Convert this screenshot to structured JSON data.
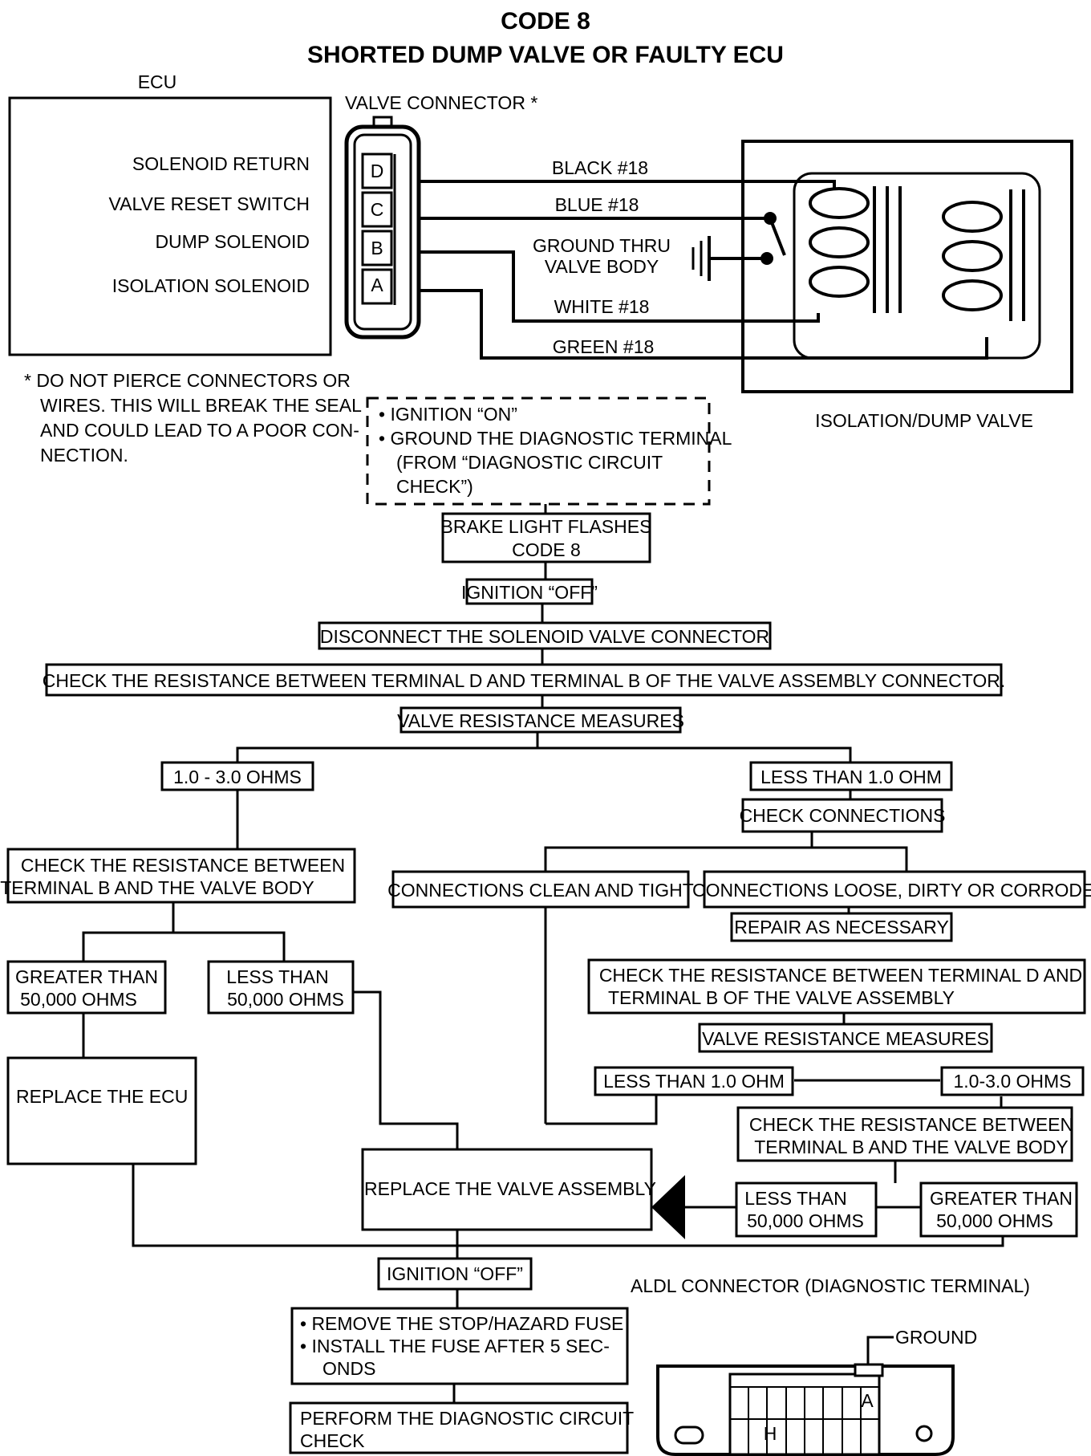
{
  "title": {
    "line1": "CODE 8",
    "line2": "SHORTED DUMP VALVE OR FAULTY ECU"
  },
  "ecu": {
    "label": "ECU",
    "signals": [
      "SOLENOID RETURN",
      "VALVE RESET SWITCH",
      "DUMP SOLENOID",
      "ISOLATION SOLENOID"
    ]
  },
  "connector": {
    "label": "VALVE CONNECTOR *",
    "pins": [
      "D",
      "C",
      "B",
      "A"
    ]
  },
  "wires": {
    "black": "BLACK #18",
    "blue": "BLUE #18",
    "ground_line1": "GROUND THRU",
    "ground_line2": "VALVE BODY",
    "white": "WHITE #18",
    "green": "GREEN #18"
  },
  "valve_label": "ISOLATION/DUMP VALVE",
  "footnote": [
    "* DO NOT PIERCE CONNECTORS OR",
    "WIRES. THIS WILL BREAK THE SEAL",
    "AND COULD LEAD TO A POOR CON-",
    "NECTION."
  ],
  "start_box": [
    "• IGNITION “ON”",
    "• GROUND THE DIAGNOSTIC TERMINAL",
    "(FROM “DIAGNOSTIC CIRCUIT",
    "CHECK”)"
  ],
  "flow": {
    "brake_flash": [
      "BRAKE LIGHT FLASHES",
      "CODE 8"
    ],
    "ign_off_1": "IGNITION “OFF”",
    "disconnect": "DISCONNECT THE SOLENOID VALVE CONNECTOR",
    "check_d_b": "CHECK THE RESISTANCE BETWEEN TERMINAL D AND TERMINAL B OF THE VALVE ASSEMBLY CONNECTOR.",
    "vrm_1": "VALVE RESISTANCE MEASURES",
    "range_1_3": "1.0 - 3.0 OHMS",
    "less_1": "LESS THAN 1.0 OHM",
    "check_conn": "CHECK CONNECTIONS",
    "check_b_body": [
      "CHECK THE RESISTANCE BETWEEN",
      "TERMINAL B AND THE VALVE BODY"
    ],
    "conn_clean": "CONNECTIONS CLEAN AND TIGHT",
    "conn_loose": "CONNECTIONS LOOSE, DIRTY OR CORRODED",
    "repair": "REPAIR AS NECESSARY",
    "recheck_d_b": [
      "CHECK THE RESISTANCE BETWEEN TERMINAL D AND",
      "TERMINAL B OF THE VALVE ASSEMBLY"
    ],
    "vrm_2": "VALVE RESISTANCE MEASURES",
    "greater_50k": [
      "GREATER THAN",
      "50,000 OHMS"
    ],
    "less_50k": [
      "LESS THAN",
      "50,000 OHMS"
    ],
    "less_1_b": "LESS THAN 1.0 OHM",
    "range_1_3_b": "1.0-3.0 OHMS",
    "replace_ecu": "REPLACE THE ECU",
    "check_b_body_2": [
      "CHECK THE RESISTANCE BETWEEN",
      "TERMINAL B AND THE VALVE BODY"
    ],
    "replace_valve": "REPLACE THE VALVE ASSEMBLY",
    "less_50k_b": [
      "LESS THAN",
      "50,000 OHMS"
    ],
    "greater_50k_b": [
      "GREATER THAN",
      "50,000 OHMS"
    ],
    "ign_off_2": "IGNITION “OFF”",
    "fuse": [
      "• REMOVE THE STOP/HAZARD FUSE",
      "• INSTALL THE FUSE AFTER 5 SEC-",
      "ONDS"
    ],
    "perform": [
      "PERFORM THE DIAGNOSTIC CIRCUIT",
      "CHECK"
    ]
  },
  "aldl": {
    "label": "ALDL CONNECTOR (DIAGNOSTIC TERMINAL)",
    "ground": "GROUND",
    "pin_a": "A",
    "pin_h": "H"
  }
}
